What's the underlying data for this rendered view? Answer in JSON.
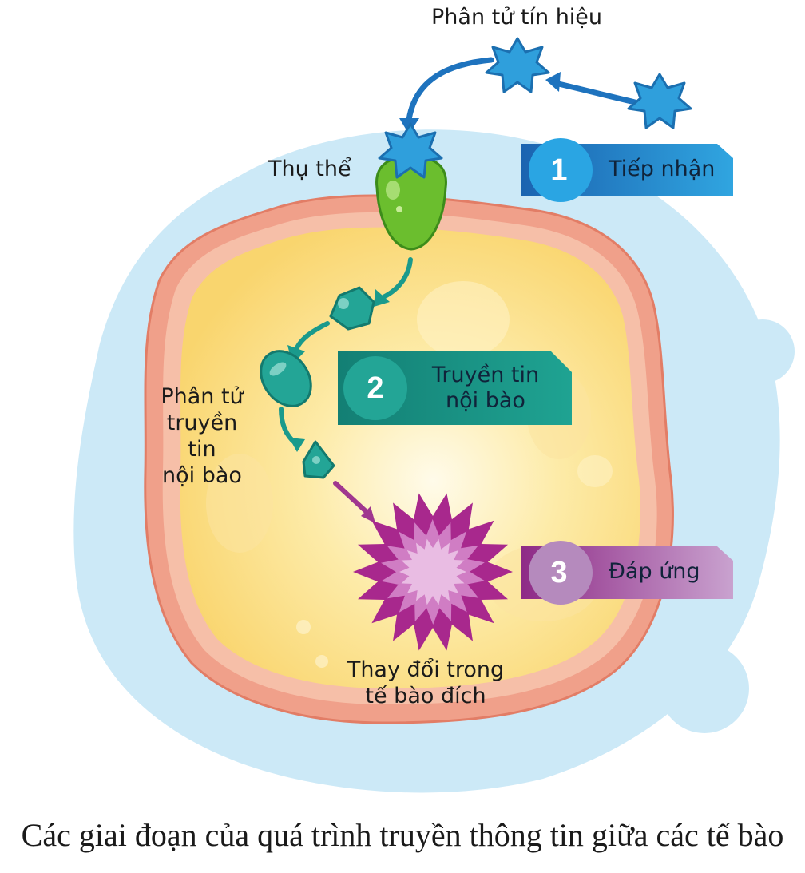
{
  "labels": {
    "signal_molecule": "Phân tử tín hiệu",
    "receptor": "Thụ thể",
    "relay_molecules": "Phân tử\ntruyền tin\nnội bào",
    "change": "Thay đổi trong\ntế bào đích"
  },
  "steps": [
    {
      "number": "1",
      "label": "Tiếp nhận",
      "color": "#2E8FD0"
    },
    {
      "number": "2",
      "label": "Truyền tin\nnội bào",
      "color": "#1A9A8C"
    },
    {
      "number": "3",
      "label": "Đáp ứng",
      "color": "#A0368F"
    }
  ],
  "caption": "Các giai đoạn của quá trình truyền thông tin giữa các tế bào",
  "colors": {
    "background_blob": "#CCE9F7",
    "membrane": "#F0A08A",
    "cytoplasm": "#FBDA78",
    "signal_star": "#2F9FDC",
    "receptor": "#6BBE2E",
    "relay": "#23A596",
    "response_outer": "#A8288D",
    "response_inner": "#E7B7E0"
  }
}
